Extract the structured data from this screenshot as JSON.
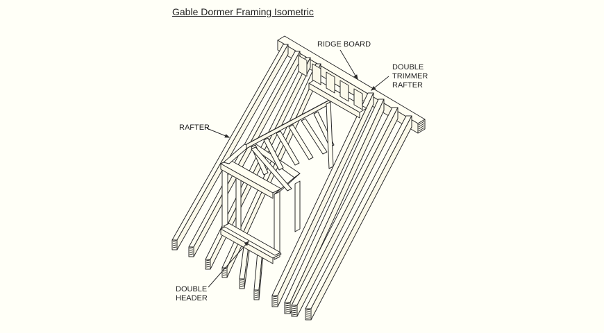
{
  "title": "Gable Dormer Framing Isometric",
  "labels": {
    "ridge_board": "RIDGE BOARD",
    "double_trimmer_rafter": [
      "DOUBLE",
      "TRIMMER",
      "RAFTER"
    ],
    "rafter": "RAFTER",
    "double_header": [
      "DOUBLE",
      "HEADER"
    ]
  },
  "colors": {
    "background": "#fffff7",
    "line": "#2a2a2a",
    "wood_fill": "#fffef2"
  }
}
